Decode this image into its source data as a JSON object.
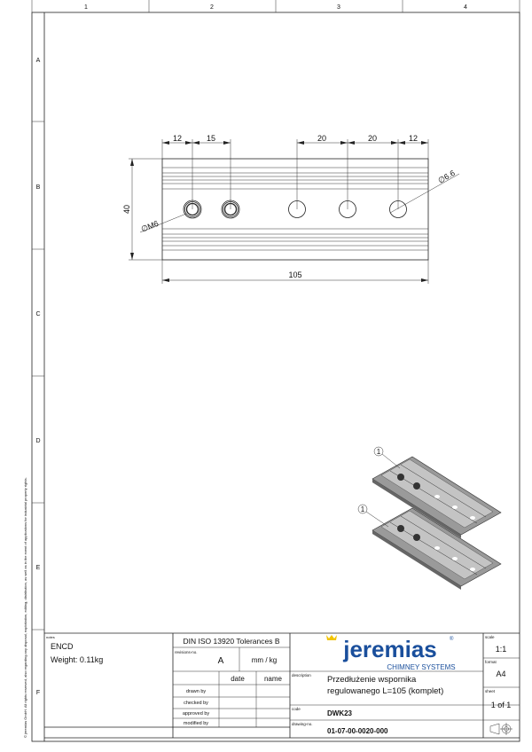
{
  "border": {
    "columns": [
      "1",
      "2",
      "3",
      "4"
    ],
    "rows": [
      "A",
      "B",
      "C",
      "D",
      "E",
      "F"
    ],
    "copyright": "© jeremias GmbH. All rights reserved, also regarding any disposal, exploitation, editing, distribution, as well as in the event of applications for industrial property rights."
  },
  "drawing": {
    "dims_top": [
      "12",
      "15",
      "20",
      "20",
      "12"
    ],
    "height_dim": "40",
    "length_dim": "105",
    "thread_label": "∅M6",
    "hole_label": "∅6.6",
    "balloons": [
      "1",
      "1"
    ]
  },
  "title_block": {
    "notes_label": "notes",
    "notes": "ENCD",
    "weight": "Weight: 0.11kg",
    "tolerances": "DIN ISO 13920 Tolerances B",
    "revisions_label": "revisions-no.",
    "revision": "A",
    "units": "mm / kg",
    "date_header": "date",
    "name_header": "name",
    "roles": [
      "drawn by",
      "checked by",
      "approved by",
      "modified by"
    ],
    "logo": "jeremias",
    "logo_sub": "CHIMNEY SYSTEMS",
    "logo_color": "#1a4f9c",
    "crown_color": "#f2c400",
    "description_label": "description",
    "description_line1": "Przedłużenie wspornika",
    "description_line2": "regulowanego L=105 (komplet)",
    "code_label": "code",
    "code": "DWK23",
    "drawing_no_label": "drawing-no.",
    "drawing_no": "01-07-00-0020-000",
    "scale_label": "scale",
    "scale": "1:1",
    "format_label": "format",
    "format": "A4",
    "sheet_label": "sheet",
    "sheet": "1 of 1",
    "projection_icon": "first-angle-projection-icon"
  }
}
